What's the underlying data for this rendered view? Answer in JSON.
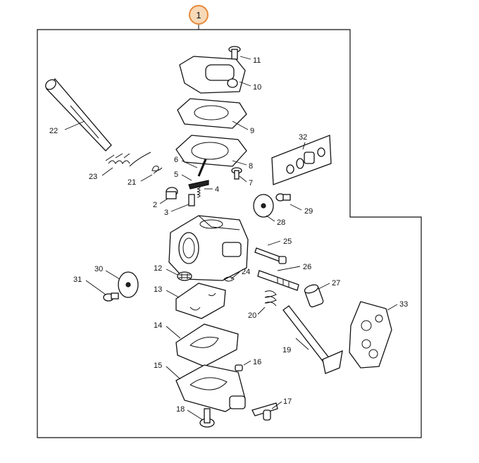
{
  "assembly_number": "1",
  "colors": {
    "assembly_badge_fill": "#f7d9b8",
    "assembly_badge_stroke": "#e8893a",
    "ink": "#111111"
  },
  "callouts": {
    "p2": "2",
    "p3": "3",
    "p4": "4",
    "p5": "5",
    "p6": "6",
    "p7": "7",
    "p8": "8",
    "p9": "9",
    "p10": "10",
    "p11": "11",
    "p12": "12",
    "p13": "13",
    "p14": "14",
    "p15": "15",
    "p16": "16",
    "p17": "17",
    "p18": "18",
    "p19": "19",
    "p20": "20",
    "p21": "21",
    "p22": "22",
    "p23": "23",
    "p24": "24",
    "p25": "25",
    "p26": "26",
    "p27": "27",
    "p28": "28",
    "p29": "29",
    "p30": "30",
    "p31": "31",
    "p32": "32",
    "p33": "33"
  }
}
